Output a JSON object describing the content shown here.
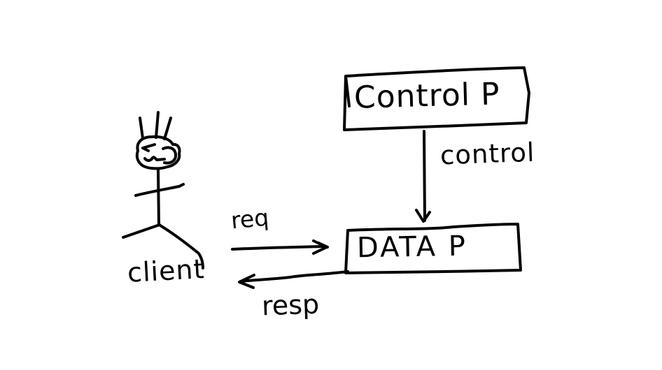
{
  "canvas": {
    "background_color": "#ffffff",
    "ink_color": "#000000",
    "style": "hand-drawn whiteboard sketch"
  },
  "nodes": {
    "control_process": {
      "label": "Control P",
      "shape": "box"
    },
    "data_process": {
      "label": "DATA P",
      "shape": "box"
    },
    "client": {
      "label": "client",
      "shape": "stick-figure"
    }
  },
  "edges": {
    "control": {
      "label": "control",
      "from": "control_process",
      "to": "data_process",
      "direction": "down"
    },
    "request": {
      "label": "req",
      "from": "client",
      "to": "data_process",
      "direction": "right"
    },
    "response": {
      "label": "resp",
      "from": "data_process",
      "to": "client",
      "direction": "left"
    }
  }
}
